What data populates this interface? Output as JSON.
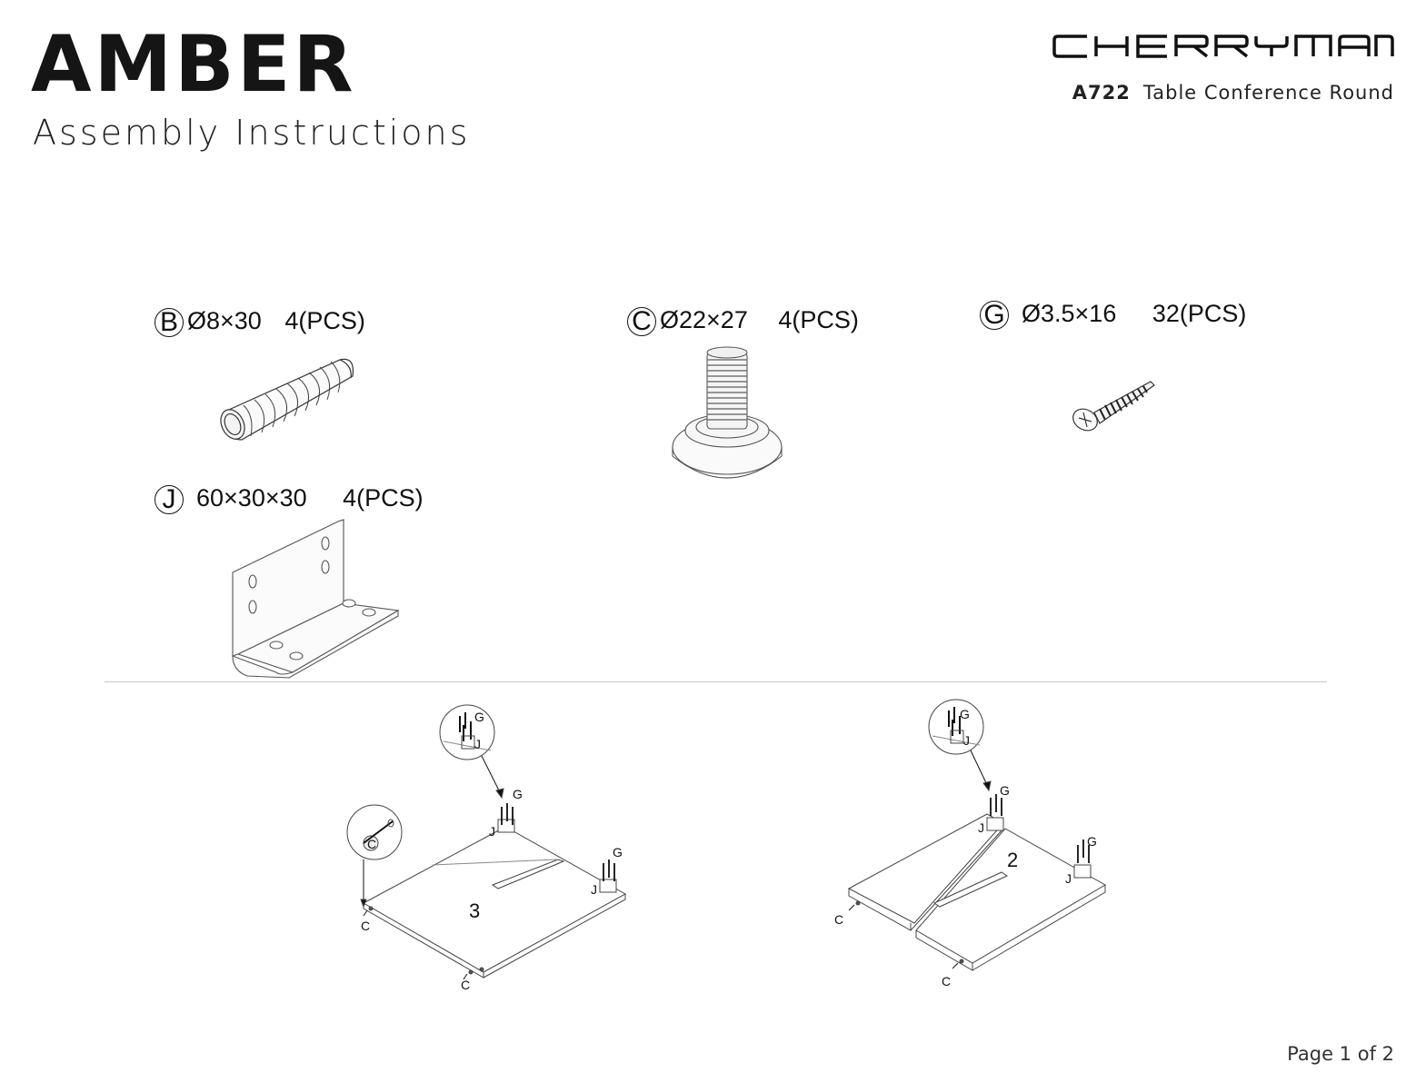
{
  "header": {
    "title": "AMBER",
    "subtitle": "Assembly Instructions",
    "brand": "CHERRYMAN",
    "product_code": "A722",
    "product_name": "Table Conference Round"
  },
  "parts": [
    {
      "letter": "B",
      "size": "Ø8×30",
      "qty": "4(PCS)"
    },
    {
      "letter": "C",
      "size": "Ø22×27",
      "qty": "4(PCS)"
    },
    {
      "letter": "G",
      "size": "Ø3.5×16",
      "qty": "32(PCS)"
    },
    {
      "letter": "J",
      "size": "60×30×30",
      "qty": "4(PCS)"
    }
  ],
  "diagrams": {
    "left": {
      "panel_number": "3",
      "callouts": {
        "g": "G",
        "j": "J",
        "c": "C"
      }
    },
    "right": {
      "panel_number": "2",
      "callouts": {
        "g": "G",
        "j": "J",
        "c": "C"
      }
    }
  },
  "footer": {
    "page": "Page 1 of 2"
  }
}
